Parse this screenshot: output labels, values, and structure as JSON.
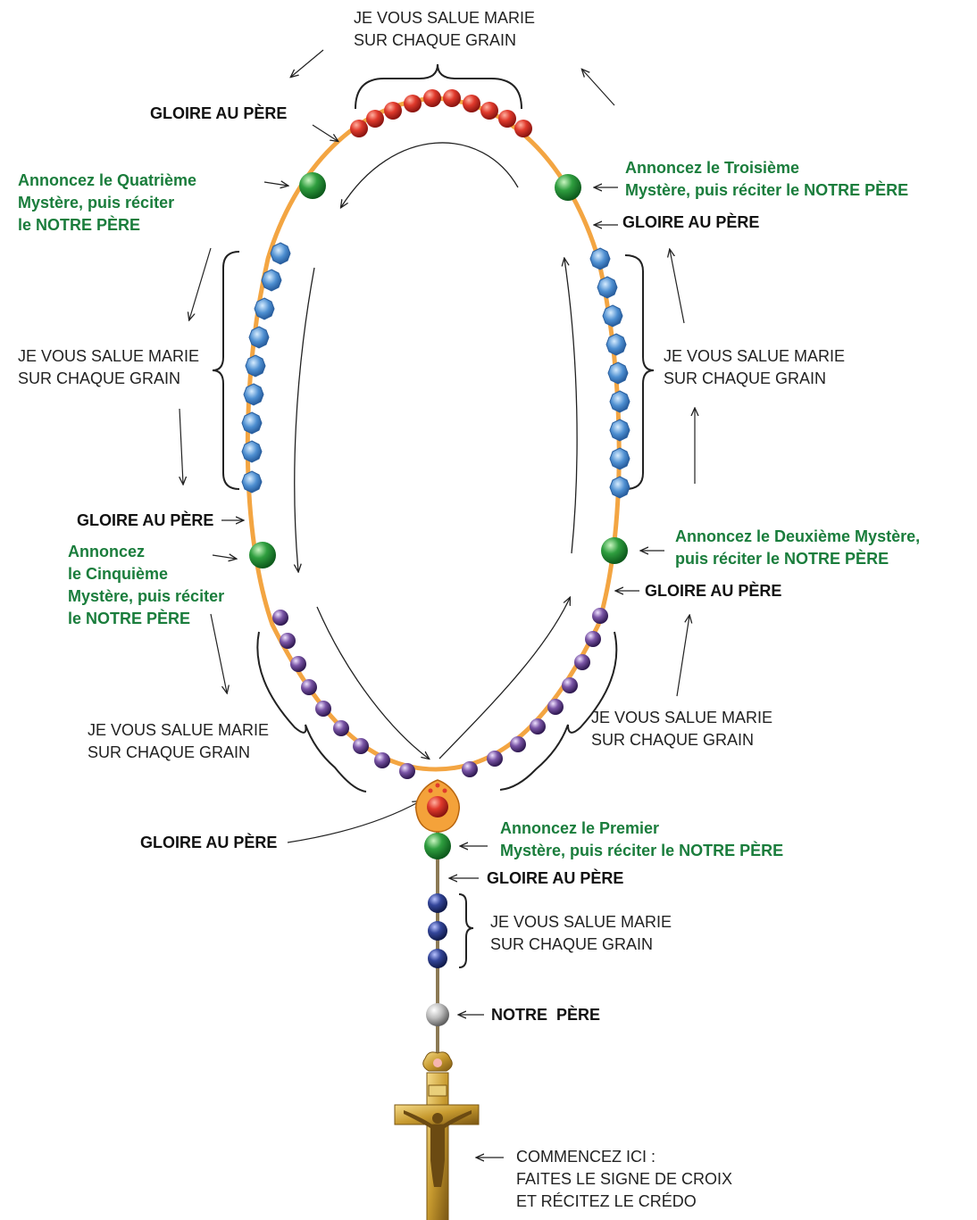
{
  "colors": {
    "chain": "#f3a542",
    "chain_lower": "#8c7a55",
    "hail_mary_top": "#e03a2c",
    "our_father": "#2f9e3f",
    "crystal": "#4e8fd1",
    "purple": "#7a55a6",
    "navy": "#34469a",
    "silver": "#bdbdbd",
    "crucifix": "#c79a2f",
    "arrow": "#222222",
    "label_black": "#111111",
    "label_green": "#1a7d3c"
  },
  "labels": {
    "top_hail": [
      "JE VOUS SALUE MARIE",
      "SUR CHAQUE GRAIN"
    ],
    "glory_top_left": "GLOIRE AU PÈRE",
    "fourth_mystery": [
      "Annoncez le Quatrième",
      "Mystère, puis réciter",
      "le NOTRE PÈRE"
    ],
    "third_mystery": [
      "Annoncez le Troisième",
      "Mystère, puis réciter le NOTRE PÈRE"
    ],
    "glory_right_upper": "GLOIRE AU PÈRE",
    "left_hail": [
      "JE VOUS SALUE MARIE",
      "SUR CHAQUE GRAIN"
    ],
    "right_hail": [
      "JE VOUS SALUE MARIE",
      "SUR CHAQUE GRAIN"
    ],
    "glory_left_mid": "GLOIRE AU PÈRE",
    "fifth_mystery": [
      "Annoncez",
      "le Cinquième",
      "Mystère, puis réciter",
      "le NOTRE PÈRE"
    ],
    "second_mystery": [
      "Annoncez le Deuxième Mystère,",
      " puis réciter le NOTRE PÈRE"
    ],
    "glory_right_mid": "GLOIRE AU PÈRE",
    "bottom_left_hail": [
      "JE VOUS SALUE MARIE",
      "SUR CHAQUE GRAIN"
    ],
    "bottom_right_hail": [
      "JE VOUS SALUE MARIE",
      "SUR CHAQUE GRAIN"
    ],
    "glory_center": "GLOIRE AU PÈRE",
    "first_mystery": [
      "Annoncez le Premier",
      "Mystère, puis réciter le NOTRE PÈRE"
    ],
    "glory_stem": "GLOIRE AU PÈRE",
    "stem_hail": [
      "JE VOUS SALUE MARIE",
      "SUR CHAQUE GRAIN"
    ],
    "our_father": "NOTRE  PÈRE",
    "start": [
      "COMMENCEZ ICI :",
      "FAITES LE SIGNE DE CROIX",
      "ET RÉCITEZ LE CRÉDO"
    ]
  }
}
